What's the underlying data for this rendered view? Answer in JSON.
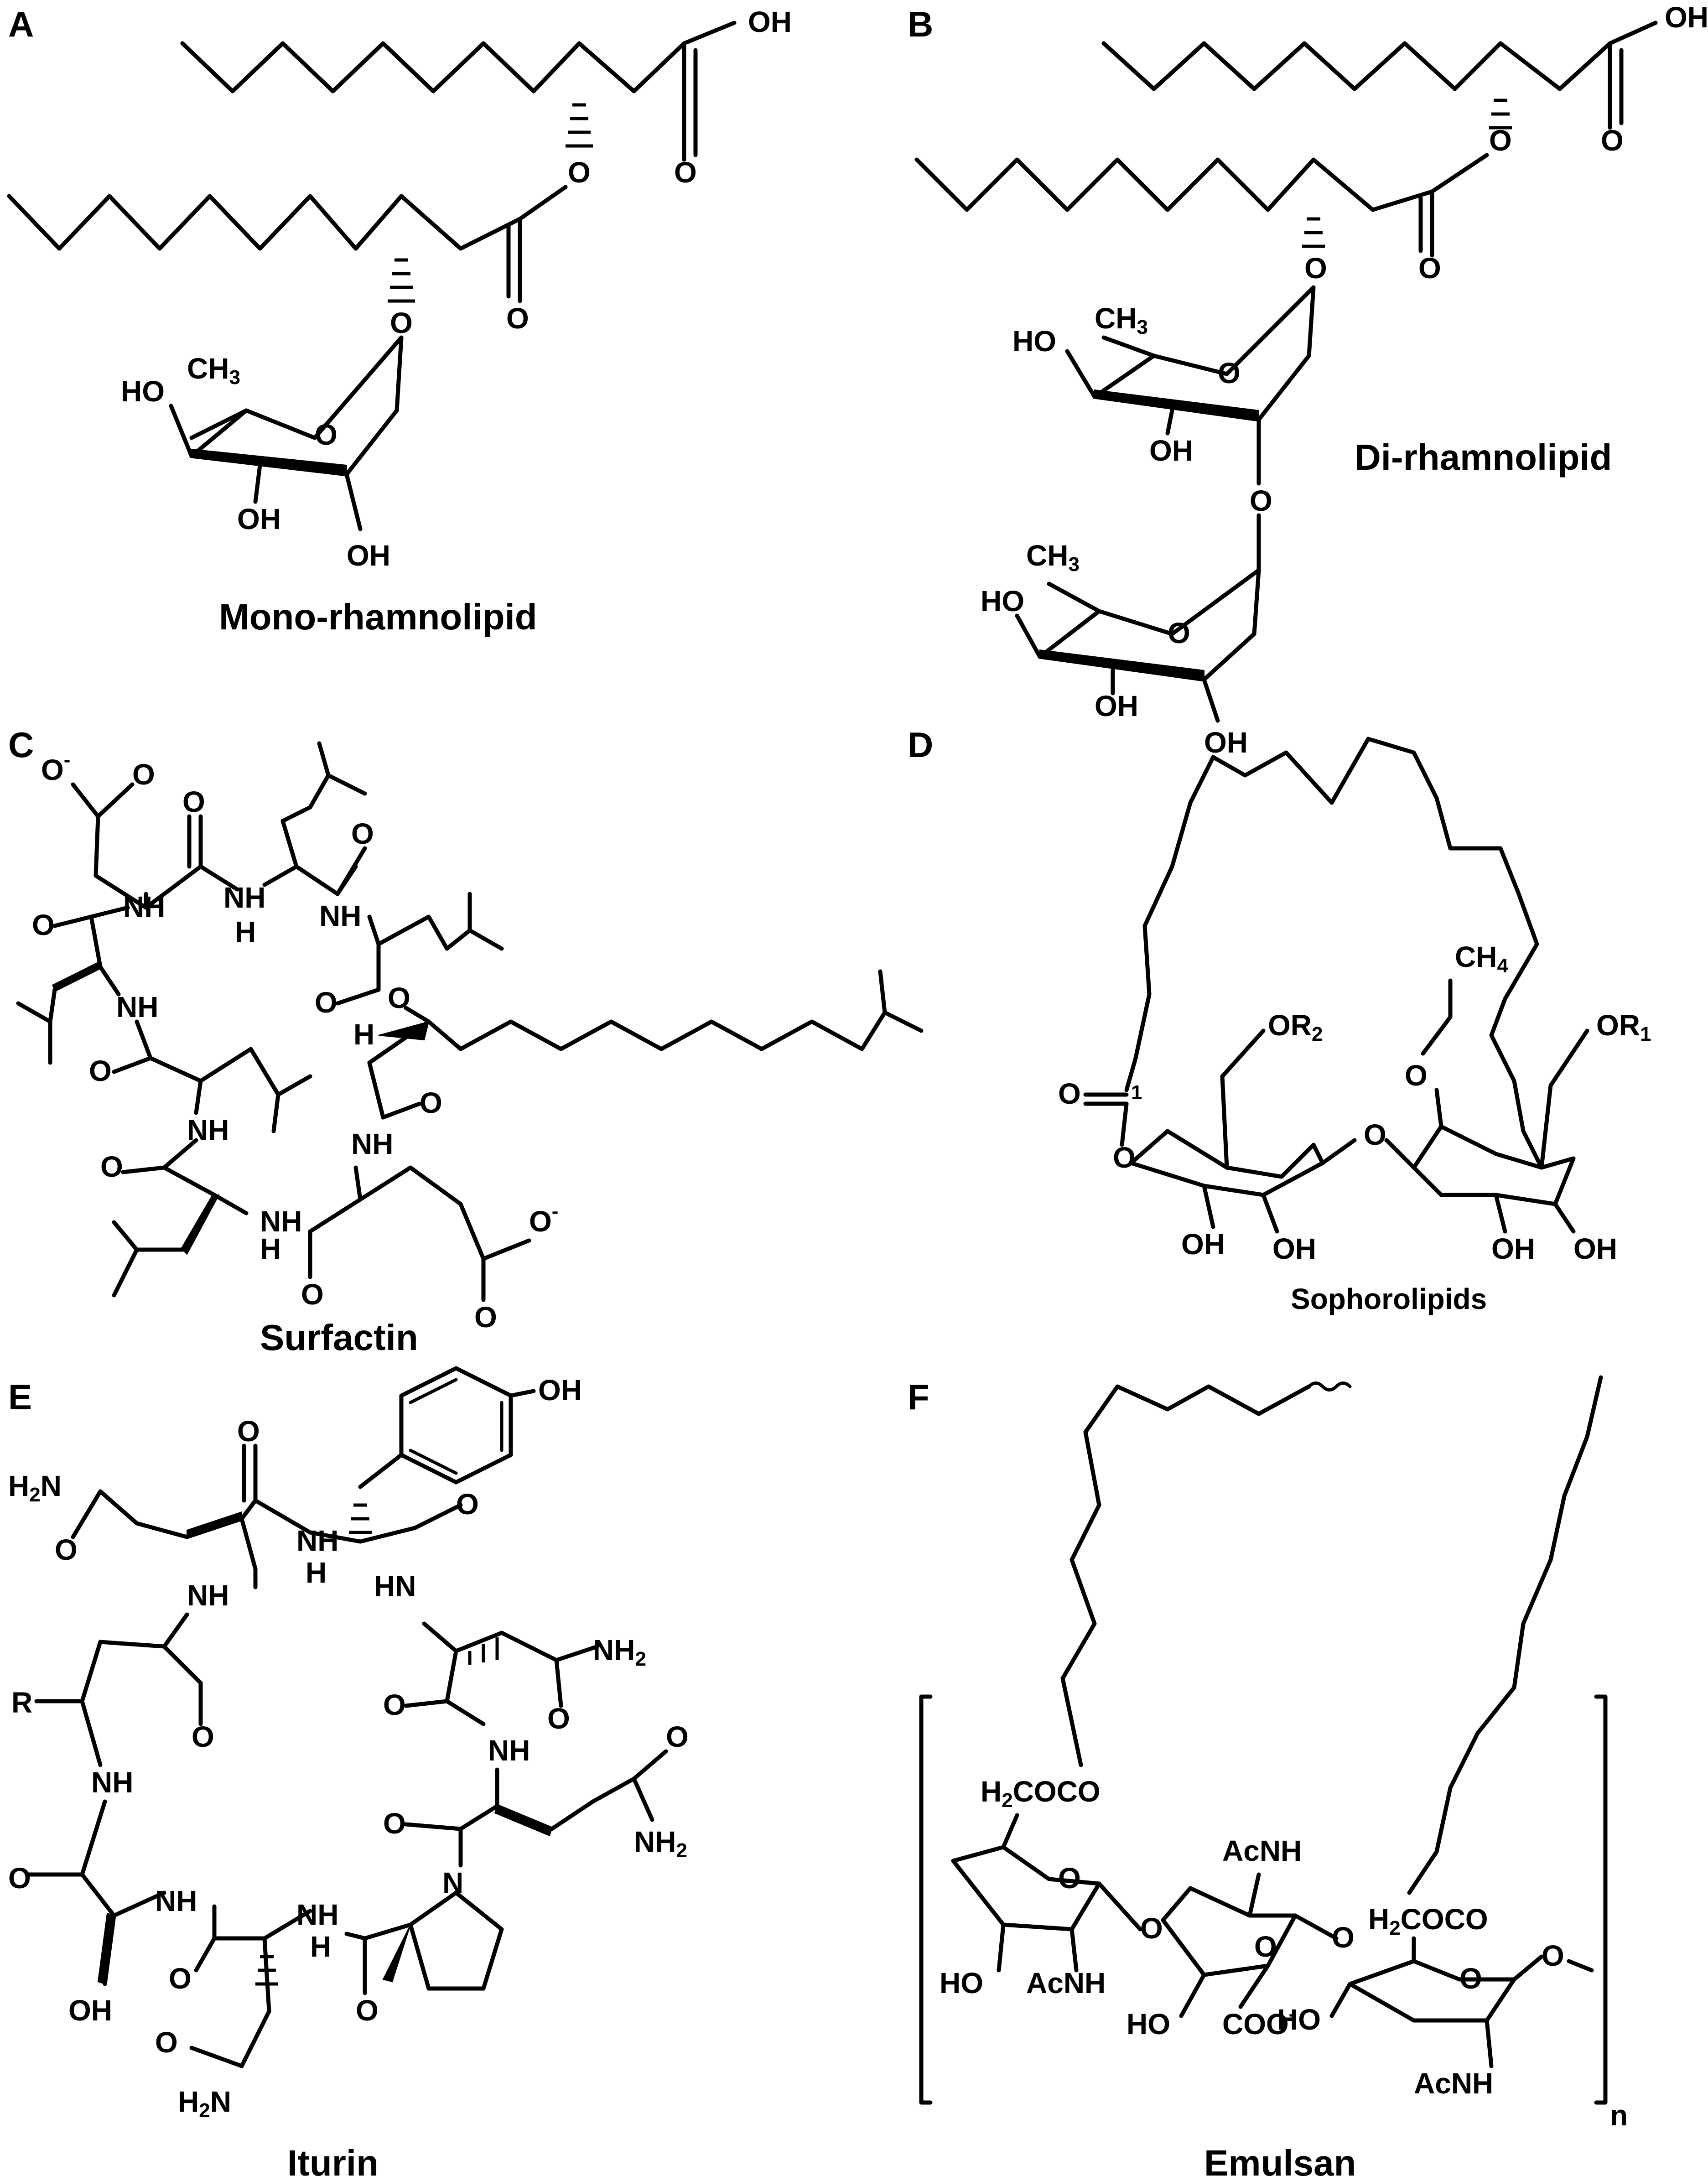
{
  "panels": [
    {
      "letter": "A",
      "name": "Mono-rhamnolipid"
    },
    {
      "letter": "B",
      "name": "Di-rhamnolipid"
    },
    {
      "letter": "C",
      "name": "Surfactin"
    },
    {
      "letter": "D",
      "name": "Sophorolipids"
    },
    {
      "letter": "E",
      "name": "Iturin"
    },
    {
      "letter": "F",
      "name": "Emulsan"
    }
  ],
  "atoms": {
    "oh": "OH",
    "ho": "HO",
    "o": "O",
    "o_minus": "O",
    "minus": "-",
    "ch3": "CH",
    "ch4": "CH",
    "sub3": "3",
    "sub4": "4",
    "nh": "NH",
    "hn": "HN",
    "n": "N",
    "h": "H",
    "r": "R",
    "nh2": "NH",
    "h2n": "H",
    "sub2": "2",
    "n_after": "N",
    "or": "OR",
    "sub1": "1",
    "one": "1",
    "h2coco": "COCO",
    "h_pre": "H",
    "acnh": "AcNH",
    "coo": "COO",
    "repeat_n": "n"
  }
}
